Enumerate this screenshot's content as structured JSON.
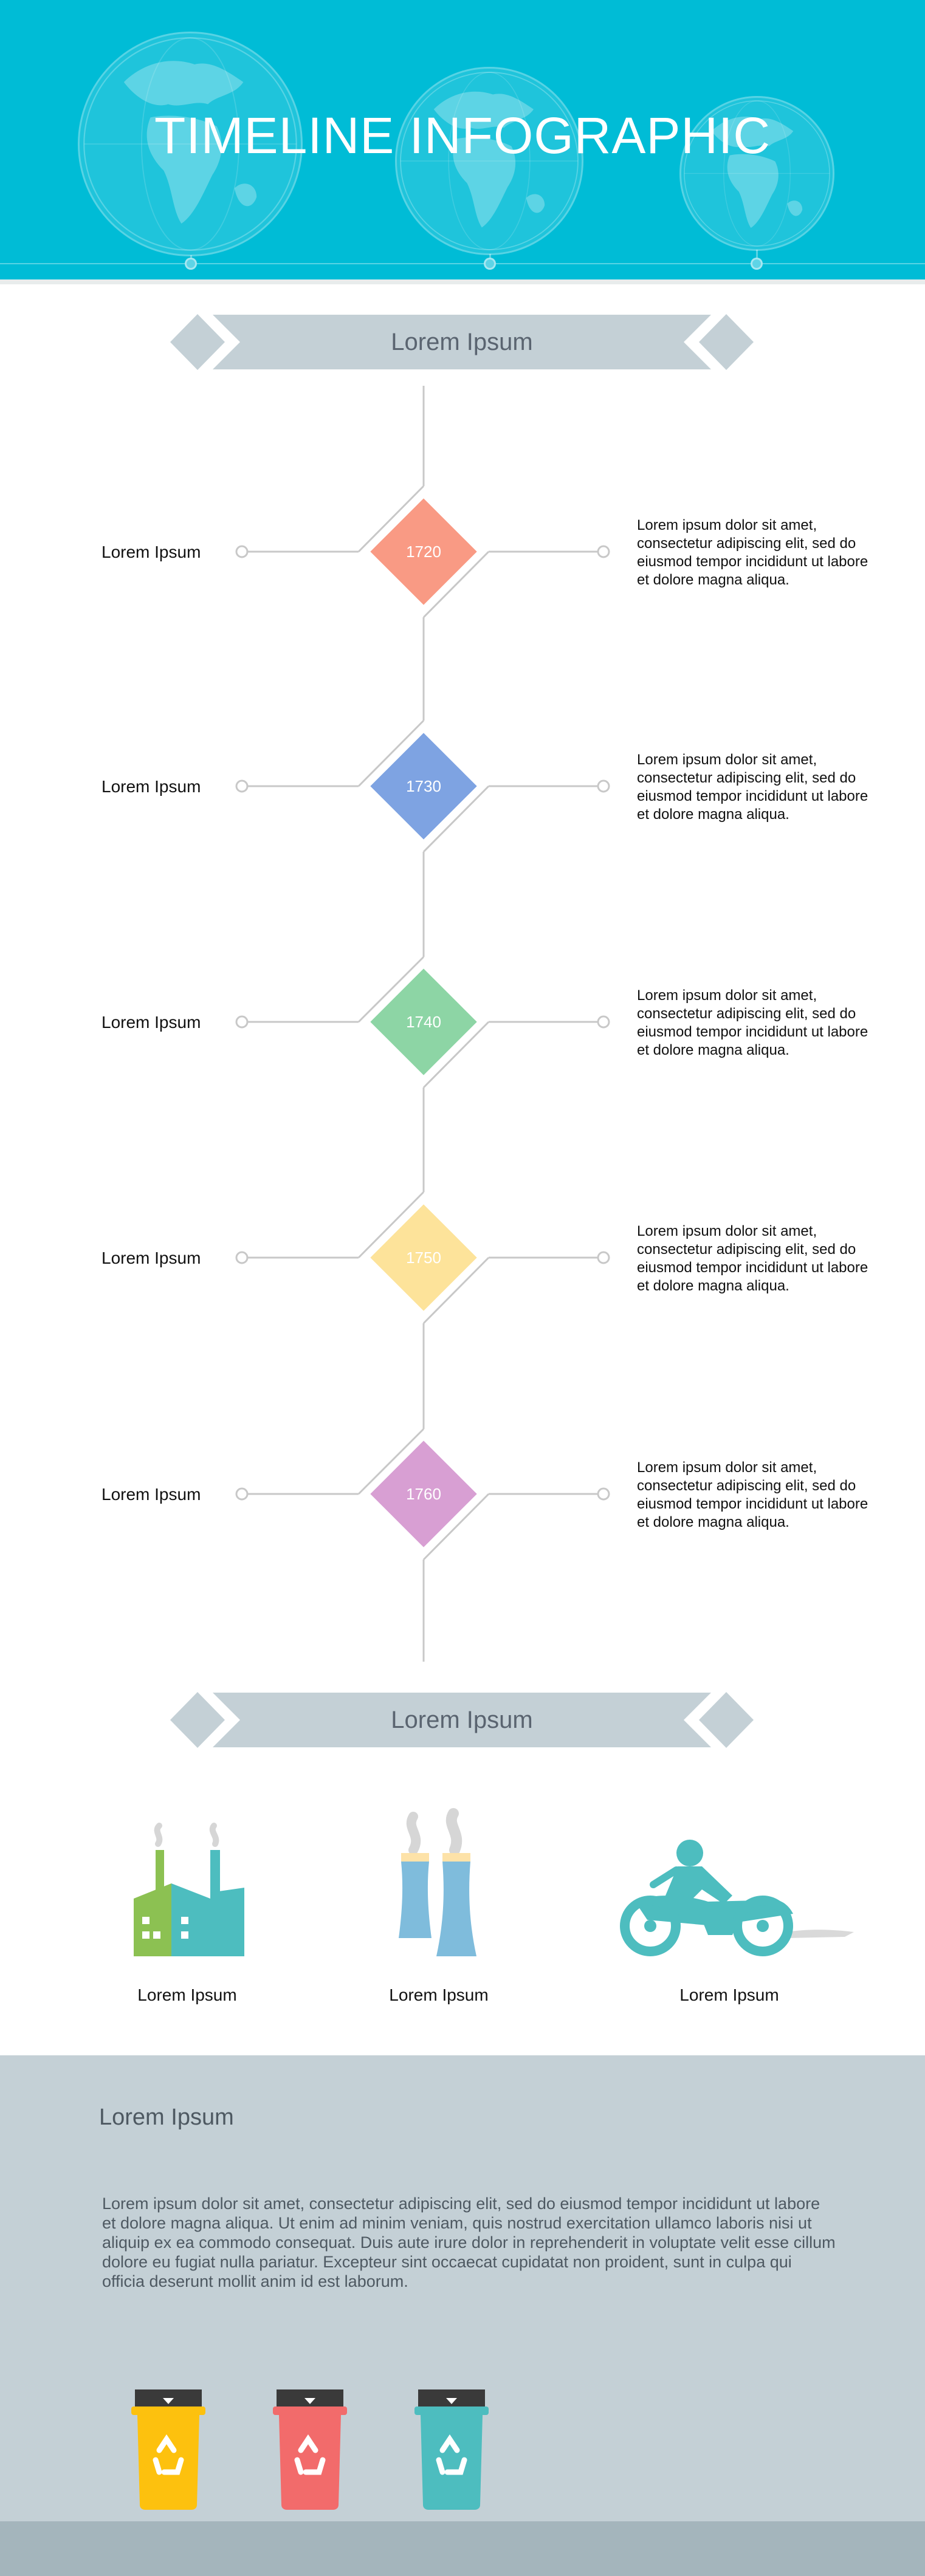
{
  "header": {
    "title": "TIMELINE INFOGRAPHIC",
    "background_color": "#00bcd6",
    "decor_icons": [
      "globe-icon",
      "globe-icon",
      "globe-icon"
    ]
  },
  "banner_top": {
    "label": "Lorem Ipsum",
    "color": "#c4d0d6"
  },
  "timeline": {
    "items": [
      {
        "year": "1720",
        "left_label": "Lorem Ipsum",
        "description": "Lorem ipsum dolor sit amet, consectetur adipiscing elit, sed do eiusmod tempor incididunt ut labore et dolore magna aliqua.",
        "color": "#f99a84"
      },
      {
        "year": "1730",
        "left_label": "Lorem Ipsum",
        "description": "Lorem ipsum dolor sit amet, consectetur adipiscing elit, sed do eiusmod tempor incididunt ut labore et dolore magna aliqua.",
        "color": "#7ea3e2"
      },
      {
        "year": "1740",
        "left_label": "Lorem Ipsum",
        "description": "Lorem ipsum dolor sit amet, consectetur adipiscing elit, sed do eiusmod tempor incididunt ut labore et dolore magna aliqua.",
        "color": "#8dd5a5"
      },
      {
        "year": "1750",
        "left_label": "Lorem Ipsum",
        "description": "Lorem ipsum dolor sit amet, consectetur adipiscing elit, sed do eiusmod tempor incididunt ut labore et dolore magna aliqua.",
        "color": "#fde39a"
      },
      {
        "year": "1760",
        "left_label": "Lorem Ipsum",
        "description": "Lorem ipsum dolor sit amet, consectetur adipiscing elit, sed do eiusmod tempor incididunt ut labore et dolore magna aliqua.",
        "color": "#d89fd3"
      }
    ]
  },
  "banner_middle": {
    "label": "Lorem Ipsum"
  },
  "icons": [
    {
      "icon": "factory-icon",
      "label": "Lorem Ipsum"
    },
    {
      "icon": "cooling-tower-icon",
      "label": "Lorem Ipsum"
    },
    {
      "icon": "motorcycle-icon",
      "label": "Lorem Ipsum"
    }
  ],
  "bottom": {
    "title": "Lorem Ipsum",
    "text": "Lorem ipsum dolor sit amet, consectetur adipiscing elit, sed do eiusmod tempor incididunt ut labore et dolore magna aliqua. Ut enim ad minim veniam, quis nostrud exercitation ullamco laboris nisi ut aliquip ex ea commodo consequat. Duis aute irure dolor in reprehenderit in voluptate velit esse cillum dolore eu fugiat nulla pariatur. Excepteur sint occaecat cupidatat non proident, sunt in culpa qui officia deserunt mollit anim id est laborum.",
    "background_color": "#c4d0d6",
    "bins": [
      {
        "icon": "recycle-bin-icon",
        "color": "#fdc10e"
      },
      {
        "icon": "recycle-bin-icon",
        "color": "#f26b6b"
      },
      {
        "icon": "recycle-bin-icon",
        "color": "#4dbdbf"
      }
    ]
  }
}
